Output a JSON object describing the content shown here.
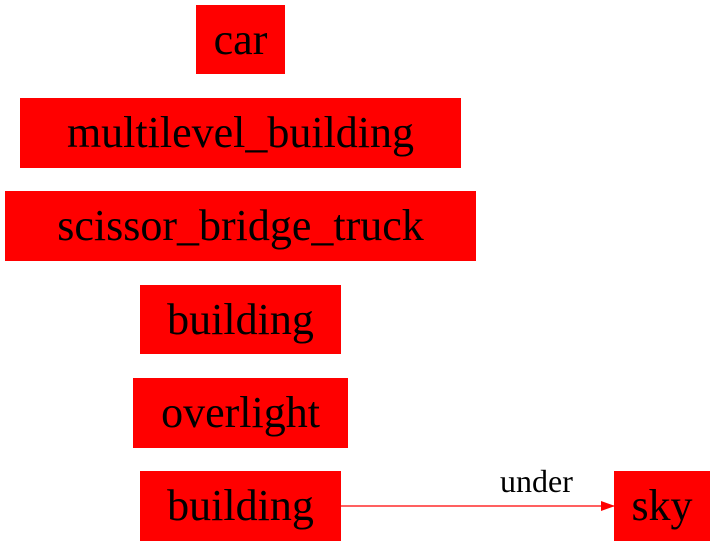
{
  "diagram": {
    "nodes": [
      {
        "id": "car",
        "label": "car"
      },
      {
        "id": "multilevel_building",
        "label": "multilevel_building"
      },
      {
        "id": "scissor_bridge_truck",
        "label": "scissor_bridge_truck"
      },
      {
        "id": "building_1",
        "label": "building"
      },
      {
        "id": "overlight",
        "label": "overlight"
      },
      {
        "id": "building_2",
        "label": "building"
      },
      {
        "id": "sky",
        "label": "sky"
      }
    ],
    "edges": [
      {
        "from": "building_2",
        "to": "sky",
        "label": "under"
      }
    ],
    "colors": {
      "node_fill": "#ff0000",
      "edge": "#ff0000",
      "text": "#000000"
    }
  }
}
